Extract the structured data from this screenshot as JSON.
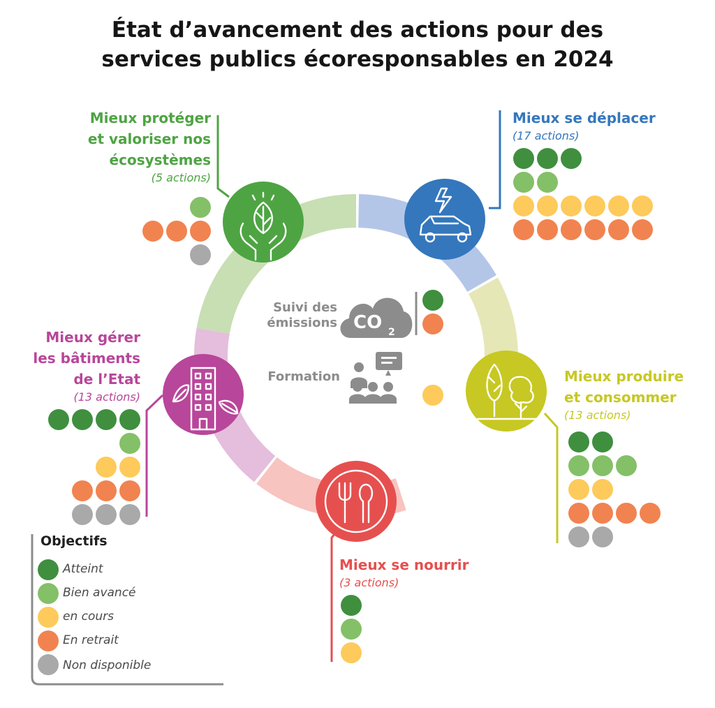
{
  "title_line1": "État d’avancement des actions pour des",
  "title_line2": "services publics écoresponsables en 2024",
  "status_colors": {
    "atteint": "#3f8f3f",
    "bien_avance": "#84c067",
    "en_cours": "#fdca5b",
    "en_retrait": "#f18350",
    "non_disponible": "#a9a9a9"
  },
  "themes": {
    "ecosystemes": {
      "lines": [
        "Mieux protéger",
        "et valoriser nos",
        "écosystèmes"
      ],
      "count": "(5 actions)",
      "color": "#4ea443",
      "icon": "plant-hands-icon"
    },
    "deplacer": {
      "lines": [
        "Mieux se déplacer"
      ],
      "count": "(17 actions)",
      "color": "#3477bd",
      "icon": "electric-car-icon"
    },
    "batiments": {
      "lines": [
        "Mieux gérer",
        "les bâtiments",
        "de l’Etat"
      ],
      "count": "(13 actions)",
      "color": "#b8469a",
      "icon": "building-icon"
    },
    "produire": {
      "lines": [
        "Mieux produire",
        "et consommer"
      ],
      "count": "(13 actions)",
      "color": "#c7c823",
      "icon": "trees-icon"
    },
    "nourrir": {
      "lines": [
        "Mieux se nourrir"
      ],
      "count": "(3 actions)",
      "color": "#e5504f",
      "icon": "fork-spoon-icon"
    }
  },
  "center": {
    "suivi_line1": "Suivi des",
    "suivi_line2": "émissions",
    "co2": "CO",
    "co2_sub": "2",
    "formation": "Formation"
  },
  "legend": {
    "title": "Objectifs",
    "items": [
      "Atteint",
      "Bien avancé",
      "en cours",
      "En retrait",
      "Non disponible"
    ]
  }
}
